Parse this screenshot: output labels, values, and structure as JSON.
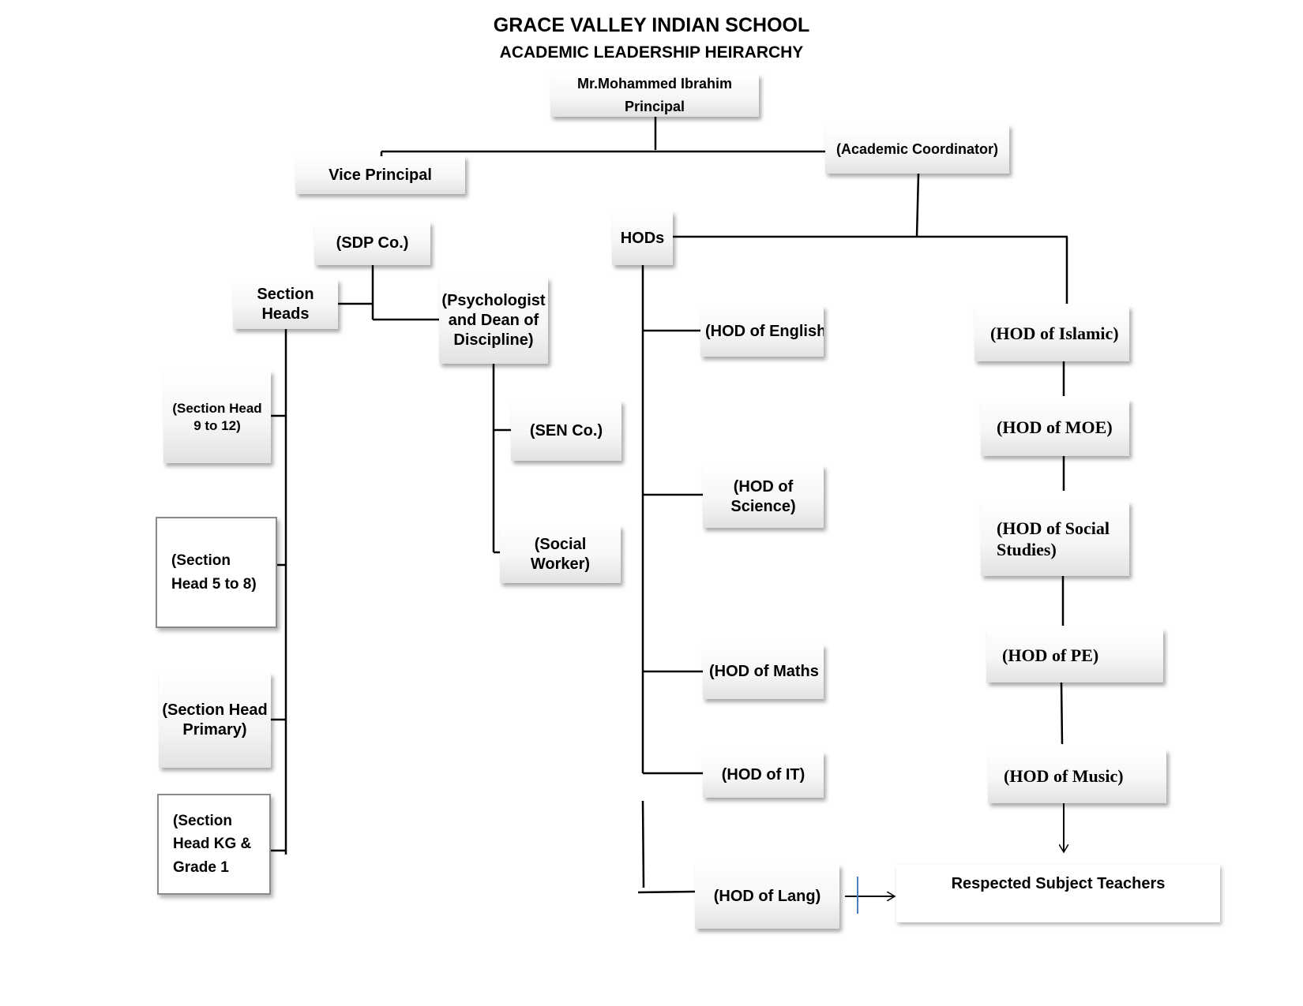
{
  "header": {
    "school": "GRACE VALLEY INDIAN SCHOOL",
    "subtitle": "ACADEMIC LEADERSHIP HEIRARCHY"
  },
  "nodes": {
    "principal_name": "Mr.Mohammed Ibrahim",
    "principal_role": "Principal",
    "vice_principal": "Vice Principal",
    "academic_coordinator": "(Academic Coordinator)",
    "sdp_co": "(SDP Co.)",
    "section_heads": "Section\nHeads",
    "psychologist": "(Psychologist\nand Dean of\nDiscipline)",
    "hods": "HODs",
    "section_head_9_12": "(Section Head\n9 to 12)",
    "section_head_5_8": "(Section\nHead 5 to 8)",
    "section_head_primary": "(Section Head\nPrimary)",
    "section_head_kg": "(Section\nHead KG &\nGrade 1",
    "sen_co": "(SEN Co.)",
    "social_worker": "(Social\nWorker)",
    "hod_english": "(HOD of English",
    "hod_science": "(HOD of\nScience)",
    "hod_maths": "(HOD of Maths",
    "hod_it": "(HOD of IT)",
    "hod_lang": "(HOD of Lang)",
    "hod_islamic": "(HOD of Islamic)",
    "hod_moe": "(HOD of MOE)",
    "hod_social": "(HOD of Social\nStudies)",
    "hod_pe": "(HOD of PE)",
    "hod_music": "(HOD of Music)",
    "subject_teachers": "Respected Subject Teachers"
  }
}
